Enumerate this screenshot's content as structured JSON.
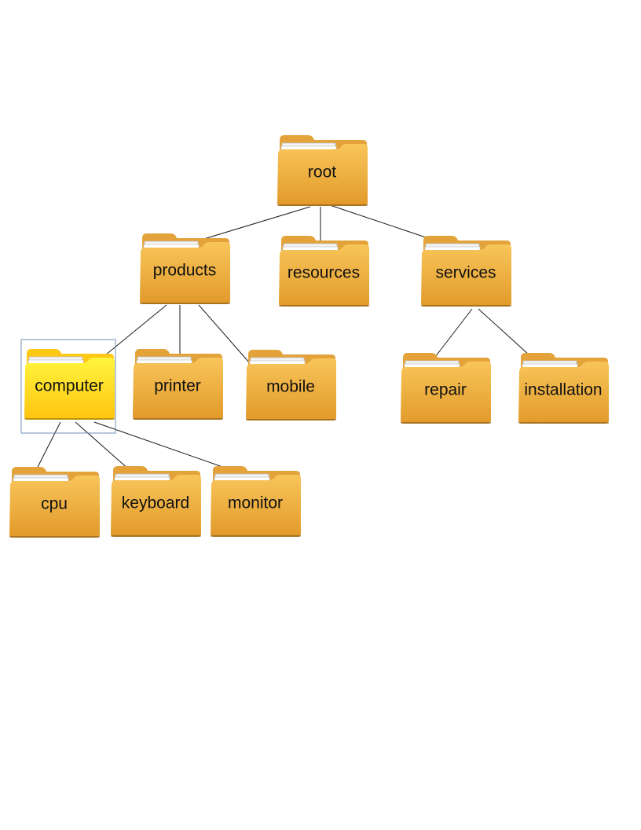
{
  "colors": {
    "folder_light": "#f6bf4a",
    "folder_dark": "#e7a12f",
    "folder_tab": "#e3a33a",
    "selected_light": "#fff23a",
    "selected_dark": "#ffc815",
    "selection_border": "#6f8fb5",
    "edge": "#1a1a1a"
  },
  "tree": {
    "nodes": [
      {
        "id": "root",
        "label": "root",
        "icon": "folder-icon"
      },
      {
        "id": "products",
        "label": "products",
        "icon": "folder-icon"
      },
      {
        "id": "resources",
        "label": "resources",
        "icon": "folder-icon"
      },
      {
        "id": "services",
        "label": "services",
        "icon": "folder-icon"
      },
      {
        "id": "computer",
        "label": "computer",
        "icon": "folder-icon",
        "selected": true
      },
      {
        "id": "printer",
        "label": "printer",
        "icon": "folder-icon"
      },
      {
        "id": "mobile",
        "label": "mobile",
        "icon": "folder-icon"
      },
      {
        "id": "repair",
        "label": "repair",
        "icon": "folder-icon"
      },
      {
        "id": "installation",
        "label": "installation",
        "icon": "folder-icon"
      },
      {
        "id": "cpu",
        "label": "cpu",
        "icon": "folder-icon"
      },
      {
        "id": "keyboard",
        "label": "keyboard",
        "icon": "folder-icon"
      },
      {
        "id": "monitor",
        "label": "monitor",
        "icon": "folder-icon"
      }
    ],
    "edges": [
      [
        "root",
        "products"
      ],
      [
        "root",
        "resources"
      ],
      [
        "root",
        "services"
      ],
      [
        "products",
        "computer"
      ],
      [
        "products",
        "printer"
      ],
      [
        "products",
        "mobile"
      ],
      [
        "services",
        "repair"
      ],
      [
        "services",
        "installation"
      ],
      [
        "computer",
        "cpu"
      ],
      [
        "computer",
        "keyboard"
      ],
      [
        "computer",
        "monitor"
      ]
    ]
  }
}
